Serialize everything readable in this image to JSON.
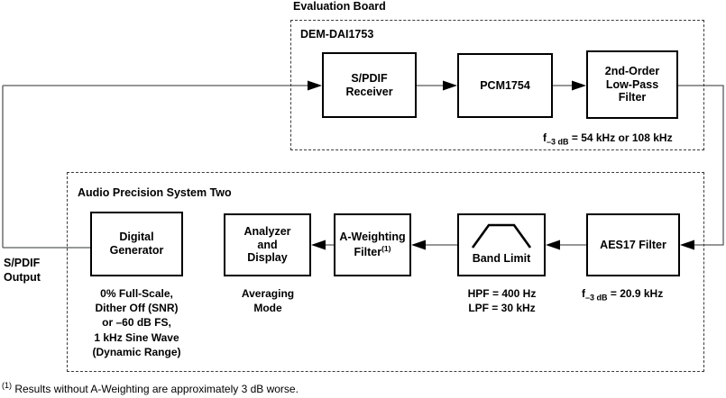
{
  "diagram": {
    "title": "Audio measurement signal-chain block diagram",
    "groups": [
      {
        "name": "evaluation-board",
        "title": "Evaluation Board",
        "inner_title": "DEM-DAI1753"
      },
      {
        "name": "audio-precision",
        "title": "Audio Precision System Two"
      }
    ],
    "blocks": {
      "spdif_receiver": "S/PDIF\nReceiver",
      "spdif_receiver_l1": "S/PDIF",
      "spdif_receiver_l2": "Receiver",
      "pcm1754": "PCM1754",
      "lowpass_l1": "2nd-Order",
      "lowpass_l2": "Low-Pass",
      "lowpass_l3": "Filter",
      "digital_generator_l1": "Digital",
      "digital_generator_l2": "Generator",
      "analyzer_l1": "Analyzer",
      "analyzer_l2": "and",
      "analyzer_l3": "Display",
      "aweighting_l1": "A-Weighting",
      "aweighting_l2": "Filter",
      "aweighting_footnote_marker": "(1)",
      "band_limit": "Band Limit",
      "aes17_filter": "AES17 Filter"
    },
    "captions": {
      "lowpass_f3db_prefix": "f",
      "lowpass_f3db_sub": "–3 dB",
      "lowpass_f3db_value": " = 54 kHz or 108 kHz",
      "generator_l1": "0% Full-Scale,",
      "generator_l2": "Dither Off (SNR)",
      "generator_l3": "or –60 dB FS,",
      "generator_l4": "1 kHz Sine Wave",
      "generator_l5": "(Dynamic Range)",
      "analyzer_l1": "Averaging",
      "analyzer_l2": "Mode",
      "band_limit_l1": "HPF = 400 Hz",
      "band_limit_l2": "LPF = 30 kHz",
      "aes17_f3db_prefix": "f",
      "aes17_f3db_sub": "–3 dB",
      "aes17_f3db_value": " = 20.9 kHz"
    },
    "labels": {
      "spdif_output_l1": "S/PDIF",
      "spdif_output_l2": "Output"
    },
    "footnote": {
      "marker": "(1)",
      "text": "Results without A-Weighting are approximately 3 dB worse."
    },
    "colors": {
      "ink": "#000000",
      "dashed_border": "#3a3a3a",
      "wire": "#58595b",
      "background": "#ffffff"
    }
  }
}
